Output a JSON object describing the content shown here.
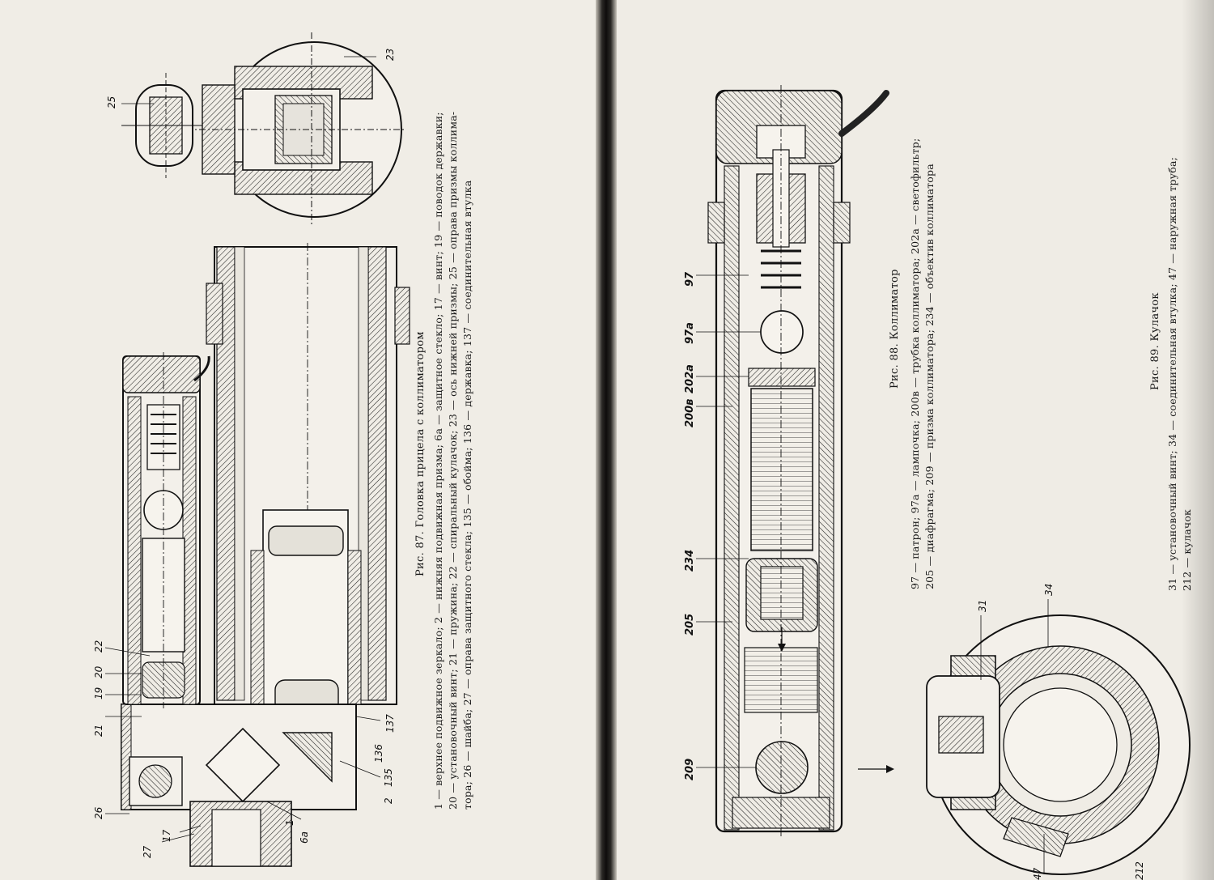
{
  "fig87": {
    "title": "Рис. 87. Головка прицела с коллиматором",
    "legend": [
      "1 — верхнее подвижное зеркало; 2 — нижняя подвижная призма; 6а — защитное стекло; 17 — винт; 19 — поводок державки;",
      "20 — установочный винт; 21 — пружина; 22 — спиральный кулачок; 23 — ось нижней призмы; 25 — оправа призмы коллима-",
      "тора; 26 — шайба; 27 — оправа защитного стекла; 135 — обойма; 136 — державка; 137 — соединительная втулка"
    ],
    "labels": [
      "25",
      "23",
      "22",
      "20",
      "19",
      "21",
      "26",
      "27",
      "17",
      "6а",
      "1",
      "2",
      "135",
      "136",
      "137"
    ]
  },
  "fig88": {
    "title": "Рис. 88. Коллиматор",
    "legend": [
      "97 — патрон; 97а — лампочка; 200в — трубка коллиматора; 202а — светофильтр;",
      "205 — диафрагма; 209 — призма коллиматора; 234 — объектив коллиматора"
    ],
    "labels": [
      "97",
      "97а",
      "202а",
      "200в",
      "234",
      "205",
      "209"
    ]
  },
  "fig89": {
    "title": "Рис. 89. Кулачок",
    "legend": [
      "31 — установочный винт; 34 — соединительная втулка; 47 — наружная труба;",
      "212 — кулачок"
    ],
    "labels": [
      "31",
      "34",
      "47",
      "212"
    ]
  }
}
